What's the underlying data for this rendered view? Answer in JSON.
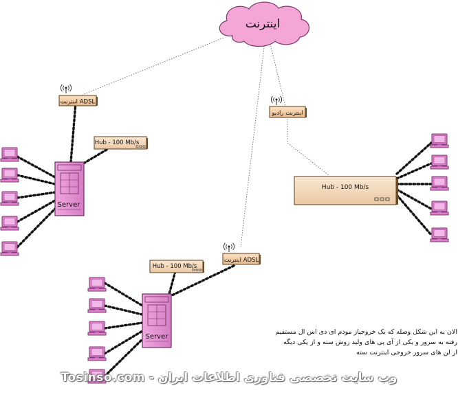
{
  "internet_cloud": {
    "label": "اینترنت"
  },
  "adsl_left": {
    "label": "اینترنت ADSL"
  },
  "adsl_center": {
    "label": "اینترنت ADSL"
  },
  "radio": {
    "label": "اینترنت رادیو"
  },
  "hub_left": {
    "label": "Hub - 100 Mb/s"
  },
  "hub_bottom": {
    "label": "Hub - 100 Mb/s"
  },
  "hub_right": {
    "label": "Hub - 100 Mb/s"
  },
  "server_left": {
    "label": "Server"
  },
  "server_bottom": {
    "label": "Server"
  },
  "caption": {
    "line1": "الان به این شکل وصله که یک خروجیاز مودم ای دی اس ال مستقیم",
    "line2": "رفته به سرور و یکی از آی پی های ولید روش سته و از یکی دیگه",
    "line3": "از لن های سرور خروجی اینترنت سته"
  },
  "watermark": "وب سایت تخصصی فناوری اطلاعات ایران - Tosinso.com",
  "colors": {
    "cloud": "#f4a6d7",
    "device_pink": "#e68ad0",
    "tan_box": "#f0c99c",
    "hub_fill": "#f6d9ba"
  }
}
